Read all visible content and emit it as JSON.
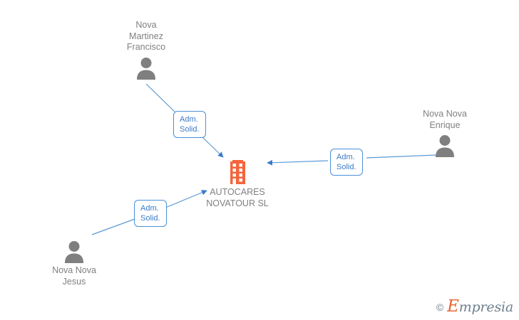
{
  "diagram": {
    "type": "corporate-relationship-graph",
    "background_color": "#ffffff",
    "accent_color": "#4a90d9",
    "company_color": "#f4653c",
    "person_color": "#7f7f7f",
    "text_color": "#808080"
  },
  "company": {
    "name": "AUTOCARES\nNOVATOUR SL",
    "icon": "building-icon"
  },
  "people": [
    {
      "id": "nova-martinez-francisco",
      "name": "Nova\nMartinez\nFrancisco",
      "icon": "person-icon",
      "relation": "Adm.\nSolid."
    },
    {
      "id": "nova-nova-enrique",
      "name": "Nova Nova\nEnrique",
      "icon": "person-icon",
      "relation": "Adm.\nSolid."
    },
    {
      "id": "nova-nova-jesus",
      "name": "Nova Nova\nJesus",
      "icon": "person-icon",
      "relation": "Adm.\nSolid."
    }
  ],
  "relations": [
    {
      "from": "nova-martinez-francisco",
      "to": "company",
      "label": "Adm.\nSolid."
    },
    {
      "from": "nova-nova-enrique",
      "to": "company",
      "label": "Adm.\nSolid."
    },
    {
      "from": "nova-nova-jesus",
      "to": "company",
      "label": "Adm.\nSolid."
    }
  ],
  "watermark": {
    "copyright": "©",
    "brand_initial": "E",
    "brand_rest": "mpresia"
  }
}
